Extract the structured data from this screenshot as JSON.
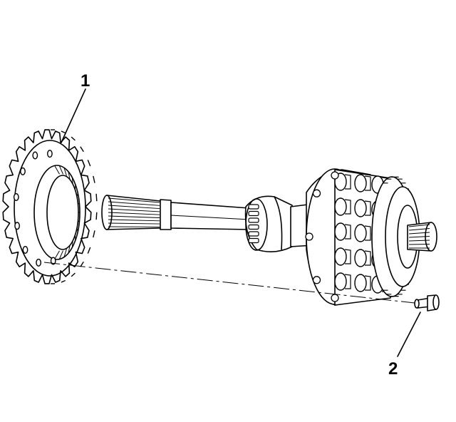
{
  "callouts": [
    {
      "id": "1",
      "label": "1"
    },
    {
      "id": "2",
      "label": "2"
    }
  ],
  "colors": {
    "ink": "#000000",
    "background": "#ffffff"
  }
}
